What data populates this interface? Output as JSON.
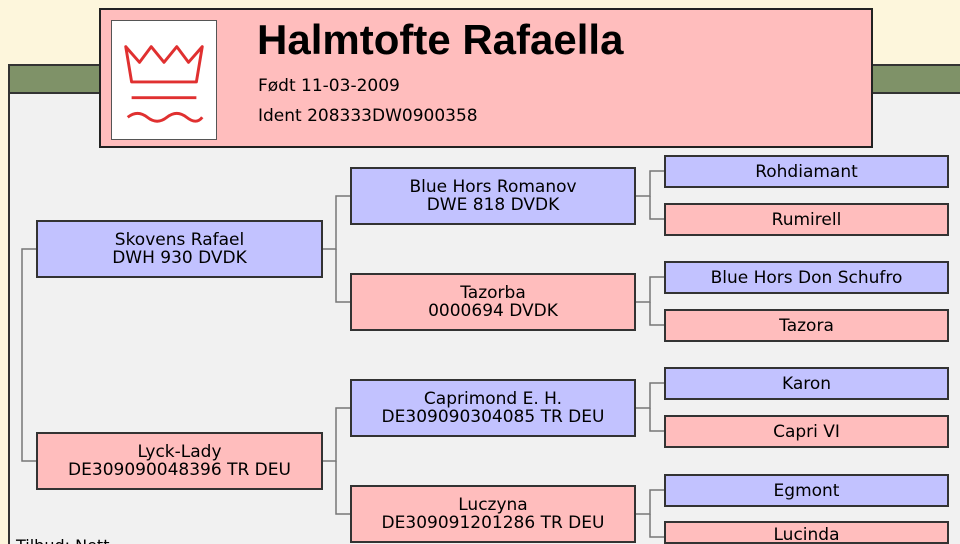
{
  "horse": {
    "name": "Halmtofte Rafaella",
    "born": "Født 11-03-2009",
    "ident": "Ident  208333DW0900358"
  },
  "sire": {
    "name": "Skovens Rafael",
    "reg": "DWH 930 DVDK"
  },
  "dam": {
    "name": "Lyck-Lady",
    "reg": "DE309090048396 TR DEU"
  },
  "sire_sire": {
    "name": "Blue Hors Romanov",
    "reg": "DWE 818 DVDK"
  },
  "sire_dam": {
    "name": "Tazorba",
    "reg": "0000694 DVDK"
  },
  "dam_sire": {
    "name": "Caprimond E. H.",
    "reg": "DE309090304085 TR DEU"
  },
  "dam_dam": {
    "name": "Luczyna",
    "reg": "DE309091201286 TR DEU"
  },
  "gen3": [
    "Rohdiamant",
    "Rumirell",
    "Blue Hors Don Schufro",
    "Tazora",
    "Karon",
    "Capri VI",
    "Egmont",
    "Lucinda"
  ],
  "footer": "Tilbud: Nett"
}
